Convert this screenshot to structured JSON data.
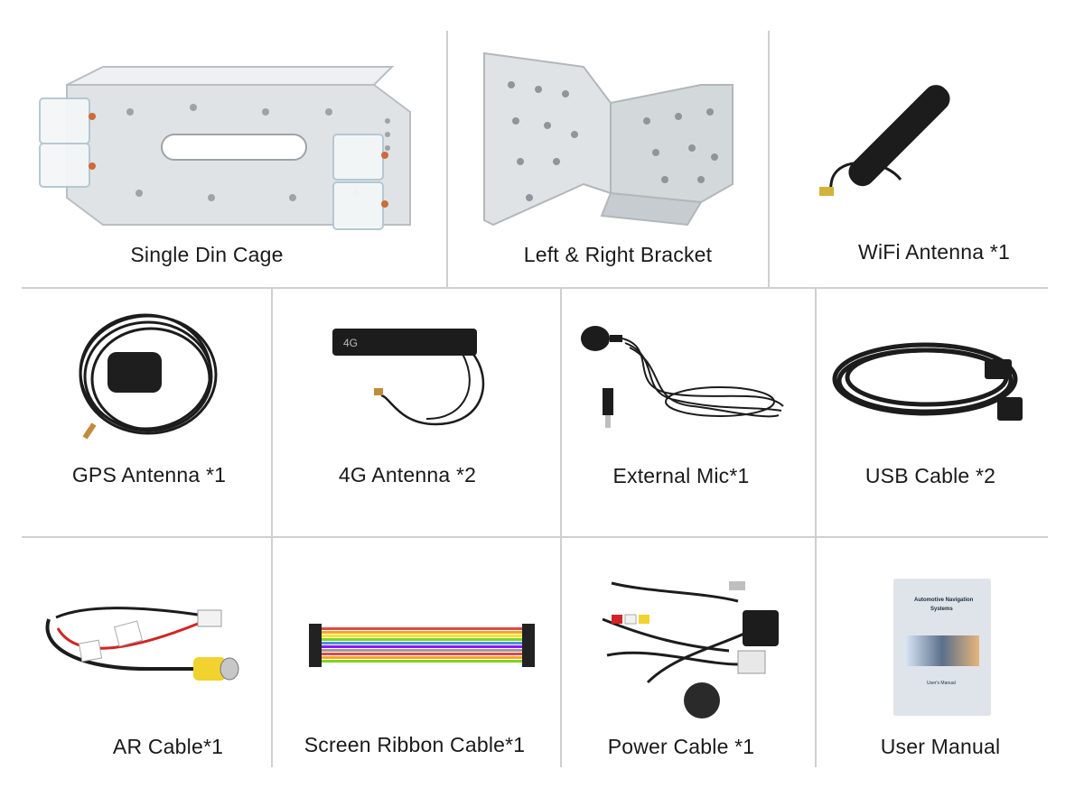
{
  "accessories": [
    {
      "label": "Single Din Cage",
      "icon": "single-din-cage-icon"
    },
    {
      "label": "Left & Right Bracket",
      "icon": "bracket-icon"
    },
    {
      "label": "WiFi Antenna *1",
      "icon": "wifi-antenna-icon"
    },
    {
      "label": "GPS Antenna *1",
      "icon": "gps-antenna-icon"
    },
    {
      "label": "4G Antenna *2",
      "icon": "4g-antenna-icon"
    },
    {
      "label": "External Mic*1",
      "icon": "microphone-icon"
    },
    {
      "label": "USB Cable *2",
      "icon": "usb-cable-icon"
    },
    {
      "label": "AR Cable*1",
      "icon": "ar-cable-icon"
    },
    {
      "label": "Screen Ribbon Cable*1",
      "icon": "ribbon-cable-icon"
    },
    {
      "label": "Power Cable *1",
      "icon": "power-cable-icon"
    },
    {
      "label": "User Manual",
      "icon": "user-manual-icon"
    }
  ],
  "antenna_badge": "4G",
  "manual_cover": {
    "title_line1": "Automotive Navigation",
    "title_line2": "Systems",
    "subtitle": "User's Manual"
  },
  "colors": {
    "divider": "#cfcfcf",
    "metal": "#d9dde0",
    "cable": "#1c1c1c",
    "connector_yellow": "#f2d22e"
  }
}
